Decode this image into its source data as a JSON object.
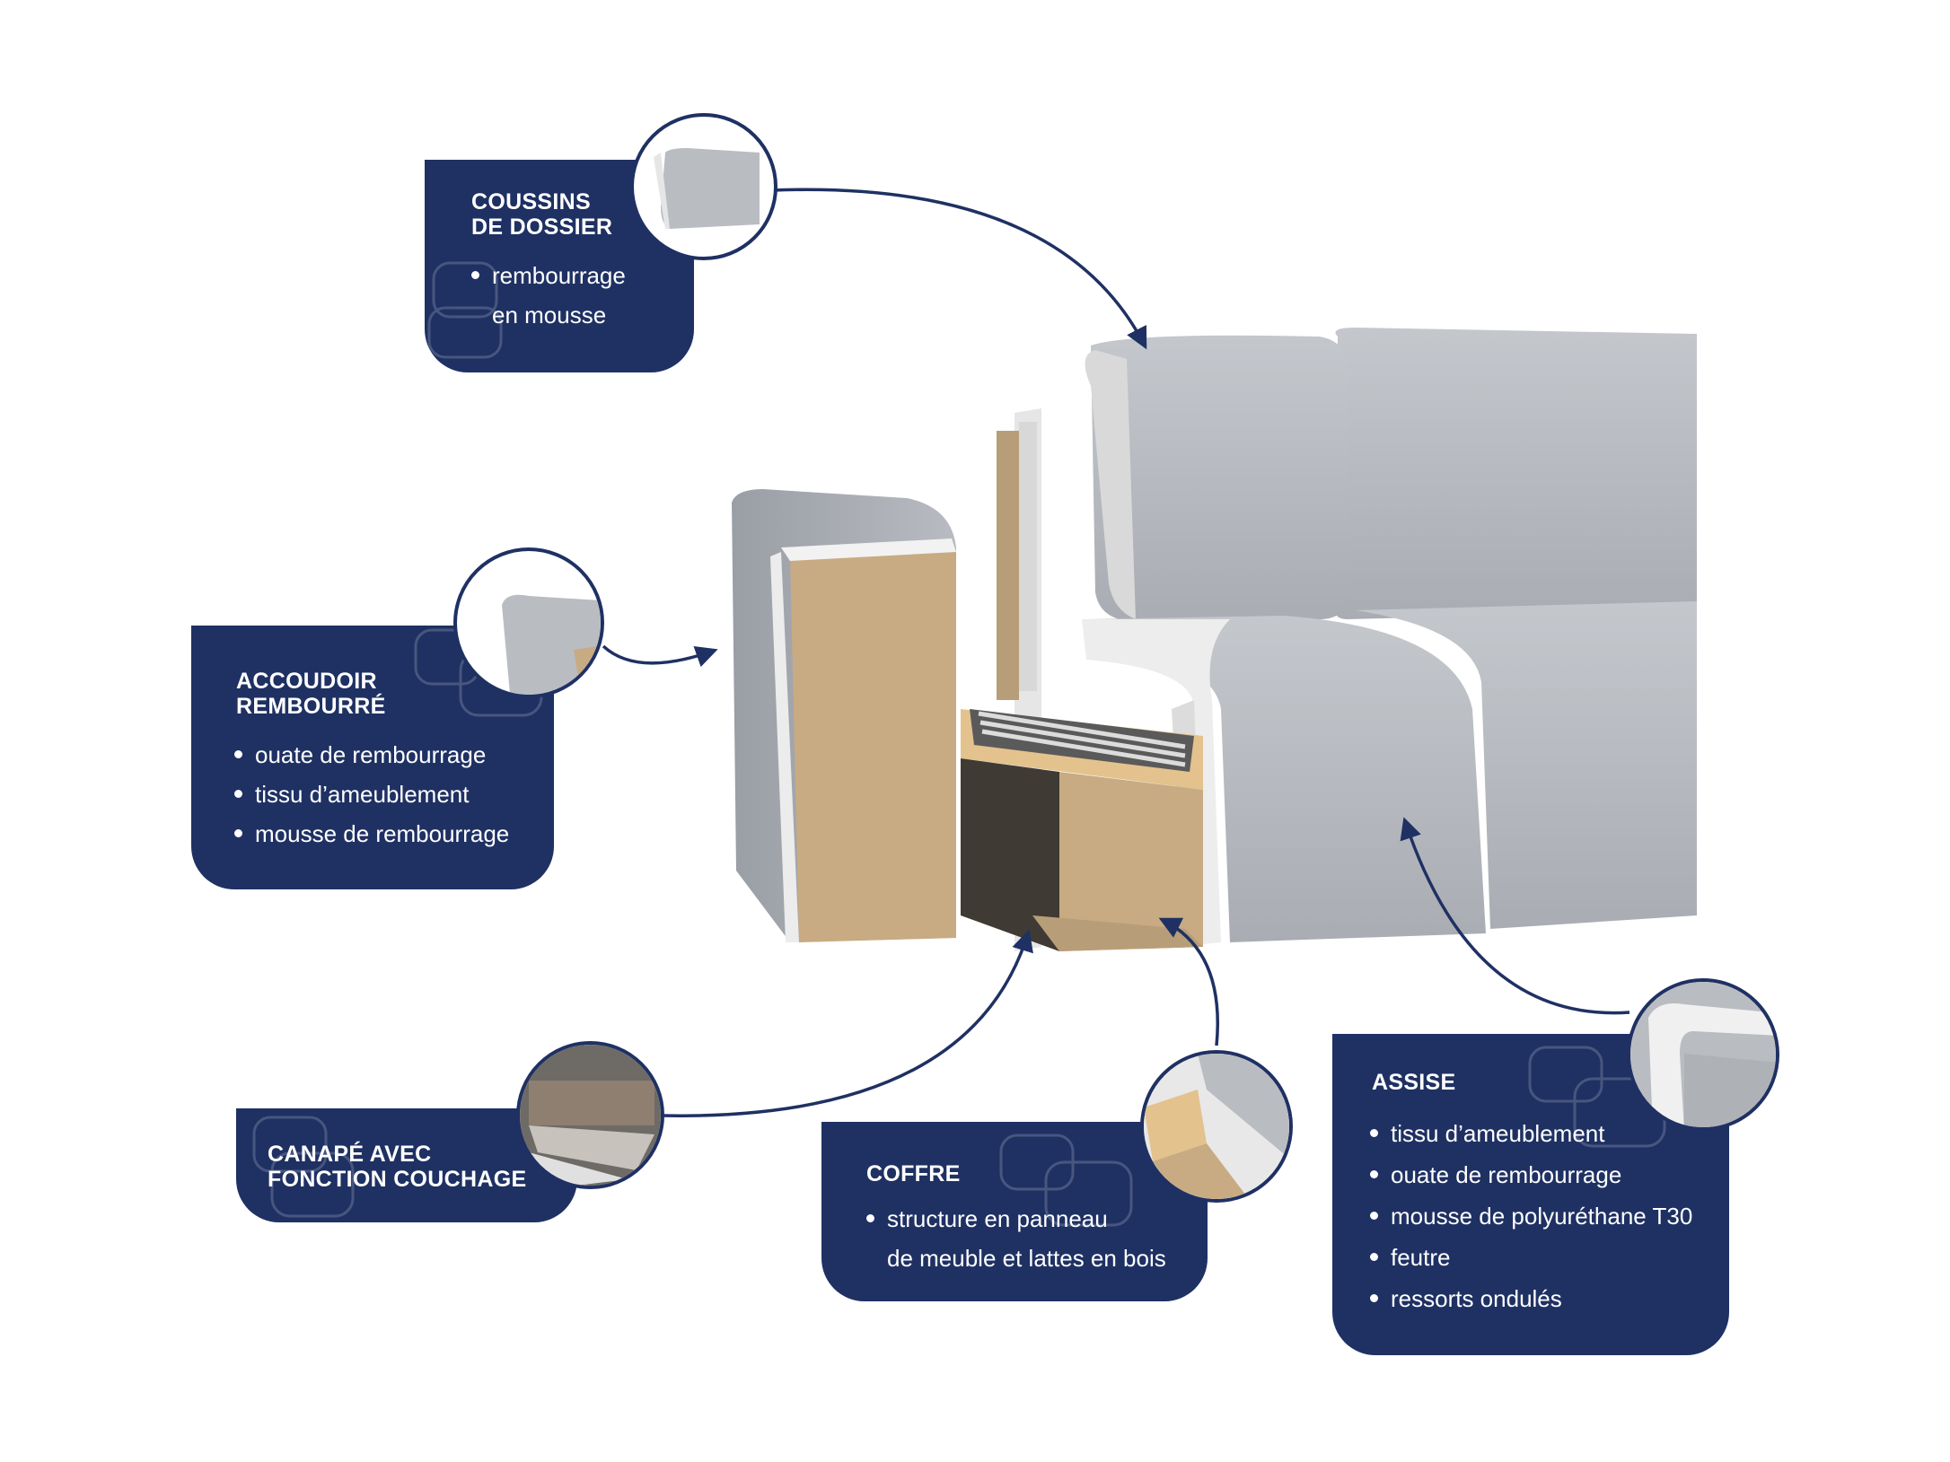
{
  "colors": {
    "navy": "#1f3163",
    "fabric": "#b9bcc1",
    "fabric_dark": "#9fa3a9",
    "mdf": "#c8ab82",
    "wood": "#e3c28e",
    "white": "#ffffff"
  },
  "icons": [
    "backrest-cushion-detail-icon",
    "armrest-detail-icon",
    "sleep-function-detail-icon",
    "storage-box-detail-icon",
    "seat-detail-icon",
    "watermark-sofa-icon"
  ],
  "cards": {
    "coussins": {
      "title": "COUSSINS\nDE DOSSIER",
      "items": [
        "rembourrage",
        "en mousse"
      ]
    },
    "accoudoir": {
      "title": "ACCOUDOIR\nREMBOURRÉ",
      "items": [
        "ouate de rembourrage",
        "tissu d’ameublement",
        "mousse de rembourrage"
      ]
    },
    "canape": {
      "title": "CANAPÉ AVEC\nFONCTION COUCHAGE",
      "items": []
    },
    "coffre": {
      "title": "COFFRE",
      "items": [
        "structure en panneau",
        "de meuble et lattes en bois"
      ]
    },
    "assise": {
      "title": "ASSISE",
      "items": [
        "tissu d’ameublement",
        "ouate de rembourrage",
        "mousse de polyuréthane T30",
        "feutre",
        "ressorts ondulés"
      ]
    }
  }
}
